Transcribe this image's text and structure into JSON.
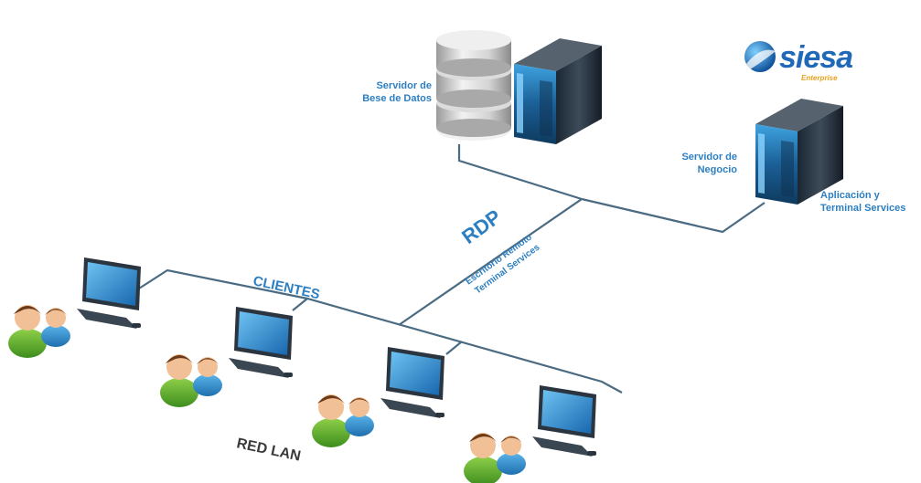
{
  "db_server_label": [
    "Servidor de",
    "Bese de Datos"
  ],
  "business_server_label": [
    "Servidor de",
    "Negocio"
  ],
  "app_label": [
    "Aplicación y",
    "Terminal Services"
  ],
  "rdp_label": "RDP",
  "rdp_sub": [
    "Escritorio Remoto",
    "Terminal Services"
  ],
  "clientes_label": "CLIENTES",
  "red_lan_label": "RED LAN",
  "logo": {
    "word": "siesa",
    "sub": "Enterprise"
  },
  "colors": {
    "accent": "#2d7fc1",
    "line": "#4b6b83",
    "logo": "#1f69b8",
    "logo_sub": "#e8a21c"
  }
}
